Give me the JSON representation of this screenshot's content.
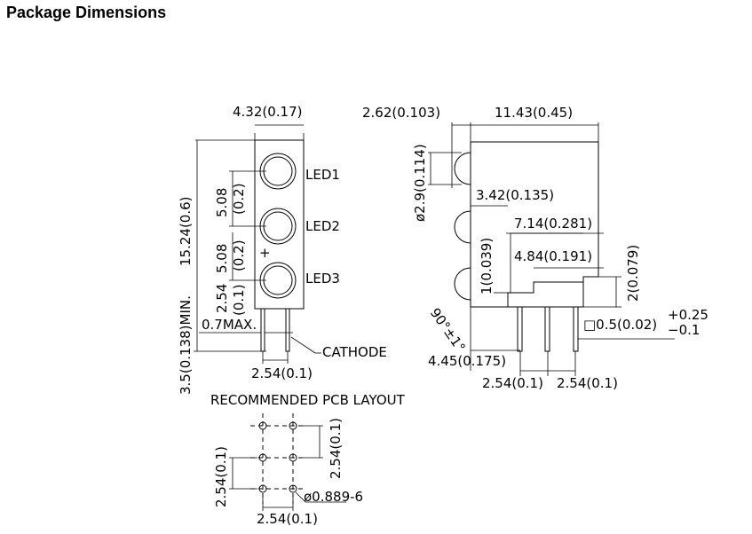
{
  "page": {
    "title": "Package Dimensions"
  },
  "front_view": {
    "width_dim": "4.32(0.17)",
    "height_dim": "15.24(0.6)",
    "pitch_1_mm": "5.08",
    "pitch_1_in": "(0.2)",
    "pitch_2_mm": "5.08",
    "pitch_2_in": "(0.2)",
    "offset_mm": "2.54",
    "offset_in": "(0.1)",
    "lead_length": "3.5(0.138)MIN.",
    "lead_width": "0.7MAX.",
    "lead_pitch": "2.54(0.1)",
    "cathode": "CATHODE",
    "plus": "+",
    "leds": [
      "LED1",
      "LED2",
      "LED3"
    ]
  },
  "side_view": {
    "lens_protrusion": "2.62(0.103)",
    "depth": "11.43(0.45)",
    "lens_diameter": "ø2.9(0.114)",
    "dim_342": "3.42(0.135)",
    "dim_714": "7.14(0.281)",
    "dim_484": "4.84(0.191)",
    "dim_1": "1(0.039)",
    "dim_2": "2(0.079)",
    "angle": "90°±1°",
    "lead_sq": "□0.5(0.02)",
    "tol_plus": "+0.25",
    "tol_minus": "−0.1",
    "dim_445": "4.45(0.175)",
    "pitch_a": "2.54(0.1)",
    "pitch_b": "2.54(0.1)"
  },
  "pcb_layout": {
    "title": "RECOMMENDED PCB LAYOUT",
    "vert_left": "2.54(0.1)",
    "vert_right": "2.54(0.1)",
    "horiz": "2.54(0.1)",
    "hole": "ø0.889-6"
  }
}
